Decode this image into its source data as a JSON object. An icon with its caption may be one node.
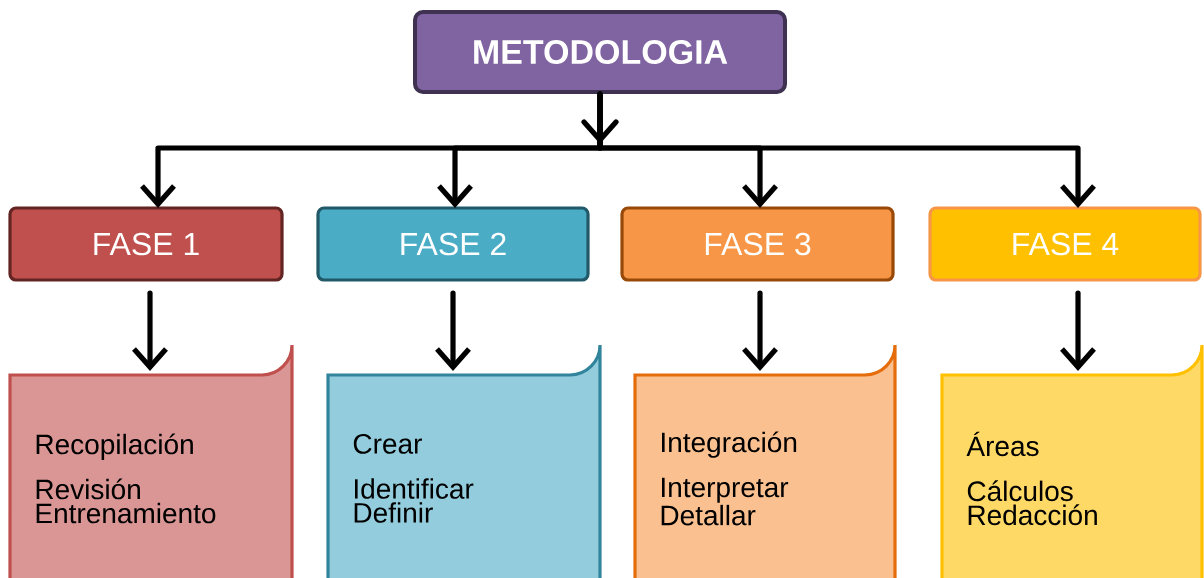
{
  "diagram": {
    "nodes": [
      {
        "text": [
          "METODOLOGIA"
        ]
      },
      {
        "text": [
          "FASE 1"
        ]
      },
      {
        "text": [
          "FASE 2"
        ]
      },
      {
        "text": [
          "FASE 3"
        ]
      },
      {
        "text": [
          "FASE 4"
        ]
      },
      {
        "text": [
          "Recopilación",
          "Revisión",
          "Entrenamiento"
        ]
      },
      {
        "text": [
          "Crear",
          "Identificar",
          "Definir"
        ]
      },
      {
        "text": [
          "Integración",
          "Interpretar",
          "Detallar"
        ]
      },
      {
        "text": [
          "Áreas",
          "Cálculos",
          "Redacción"
        ]
      }
    ],
    "edges": [
      {
        "from": 0,
        "to": 1,
        "arrow": "to"
      },
      {
        "from": 0,
        "to": 2,
        "arrow": "to"
      },
      {
        "from": 0,
        "to": 3,
        "arrow": "to"
      },
      {
        "from": 0,
        "to": 4,
        "arrow": "to"
      },
      {
        "from": 1,
        "to": 5,
        "arrow": "to"
      },
      {
        "from": 2,
        "to": 6,
        "arrow": "to"
      },
      {
        "from": 3,
        "to": 7,
        "arrow": "to"
      },
      {
        "from": 4,
        "to": 8,
        "arrow": "to"
      }
    ]
  }
}
